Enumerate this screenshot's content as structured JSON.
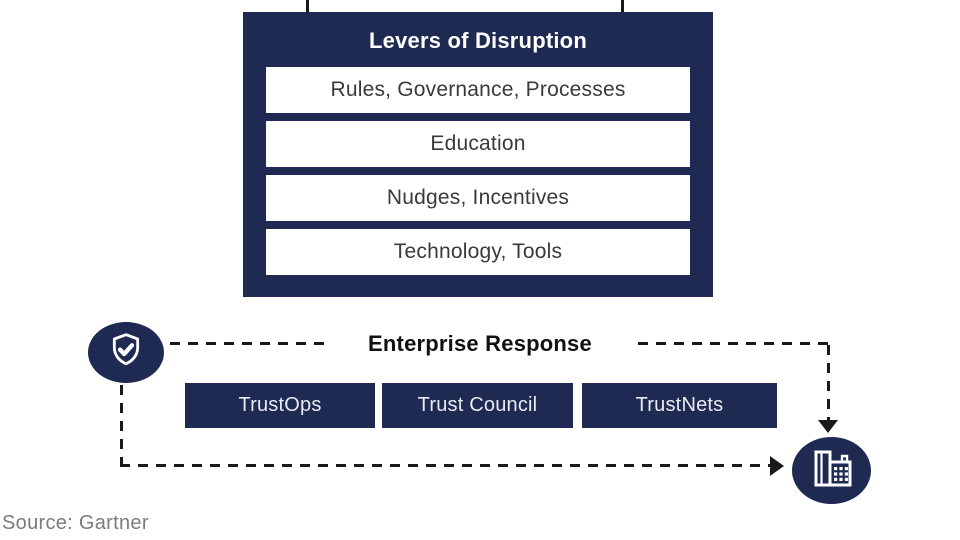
{
  "levers": {
    "title": "Levers of Disruption",
    "items": [
      "Rules, Governance, Processes",
      "Education",
      "Nudges, Incentives",
      "Technology, Tools"
    ]
  },
  "enterprise": {
    "label": "Enterprise Response",
    "buttons": [
      "TrustOps",
      "Trust Council",
      "TrustNets"
    ]
  },
  "source": {
    "label": "Source: Gartner"
  },
  "icons": {
    "shield": "shield-check-icon",
    "buildings": "office-buildings-icon"
  },
  "colors": {
    "navy": "#1e2a52",
    "row_text": "#3a3a3a",
    "connector": "#1a1a1a",
    "title_text": "#ffffff",
    "button_text": "#e8eaf2",
    "source_text": "#7b7b7b",
    "background": "#ffffff"
  }
}
